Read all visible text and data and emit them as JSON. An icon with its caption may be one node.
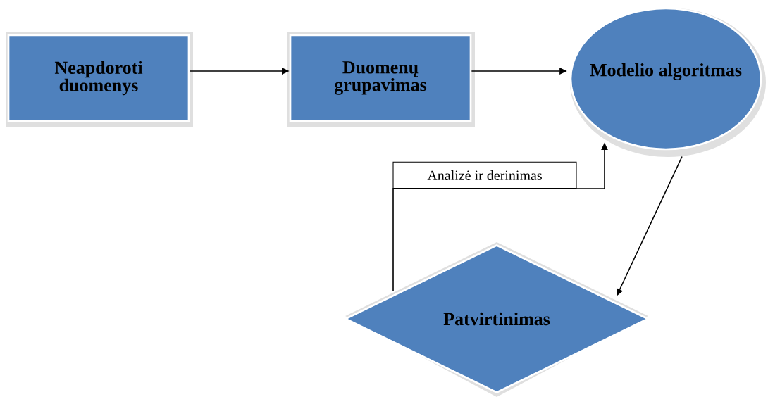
{
  "diagram": {
    "nodes": [
      {
        "text": [
          "Neapdoroti duomenys"
        ]
      },
      {
        "text": [
          "Duomenų grupavimas"
        ]
      },
      {
        "text": [
          "Modelio algoritmas"
        ]
      },
      {
        "text": [
          "Patvirtinimas"
        ]
      }
    ],
    "edges": [
      {
        "from": 0,
        "to": 1,
        "arrow": "to"
      },
      {
        "from": 1,
        "to": 2,
        "arrow": "to"
      },
      {
        "from": 2,
        "to": 3,
        "arrow": "to"
      },
      {
        "from": 3,
        "to": 2,
        "arrow": "to",
        "label": "Analizė ir derinimas"
      }
    ]
  }
}
